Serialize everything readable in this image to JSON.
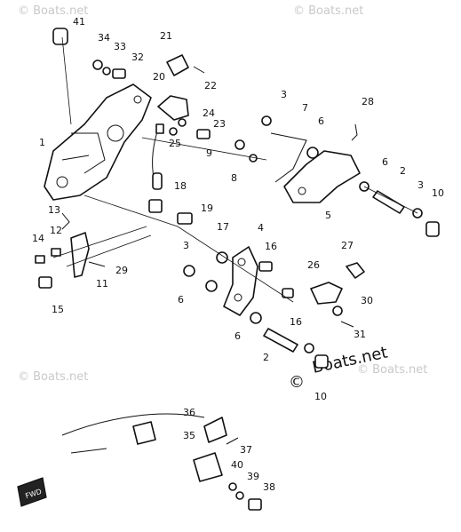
{
  "watermarks": [
    "© Boats.net",
    "© Boats.net",
    "© Boats.net",
    "© Boats.net"
  ],
  "brand_stamp": {
    "symbol": "©",
    "text": "Boats.net"
  },
  "callouts": {
    "c41": "41",
    "c34": "34",
    "c33": "33",
    "c32": "32",
    "c21": "21",
    "c20": "20",
    "c22": "22",
    "c3a": "3",
    "c7": "7",
    "c28": "28",
    "c24": "24",
    "c25": "25",
    "c23": "23",
    "c6a": "6",
    "c9": "9",
    "c8": "8",
    "c1": "1",
    "c6b": "6",
    "c2a": "2",
    "c3b": "3",
    "c10a": "10",
    "c5": "5",
    "c18": "18",
    "c13": "13",
    "c19": "19",
    "c17": "17",
    "c4": "4",
    "c14": "14",
    "c12": "12",
    "c3c": "3",
    "c16a": "16",
    "c27": "27",
    "c29": "29",
    "c26": "26",
    "c11": "11",
    "c15": "15",
    "c6c": "6",
    "c16b": "16",
    "c30": "30",
    "c6d": "6",
    "c31": "31",
    "c2b": "2",
    "c10b": "10",
    "c36": "36",
    "c35": "35",
    "c37": "37",
    "c40": "40",
    "c39": "39",
    "c38": "38"
  },
  "fwd_tag": "FWD"
}
